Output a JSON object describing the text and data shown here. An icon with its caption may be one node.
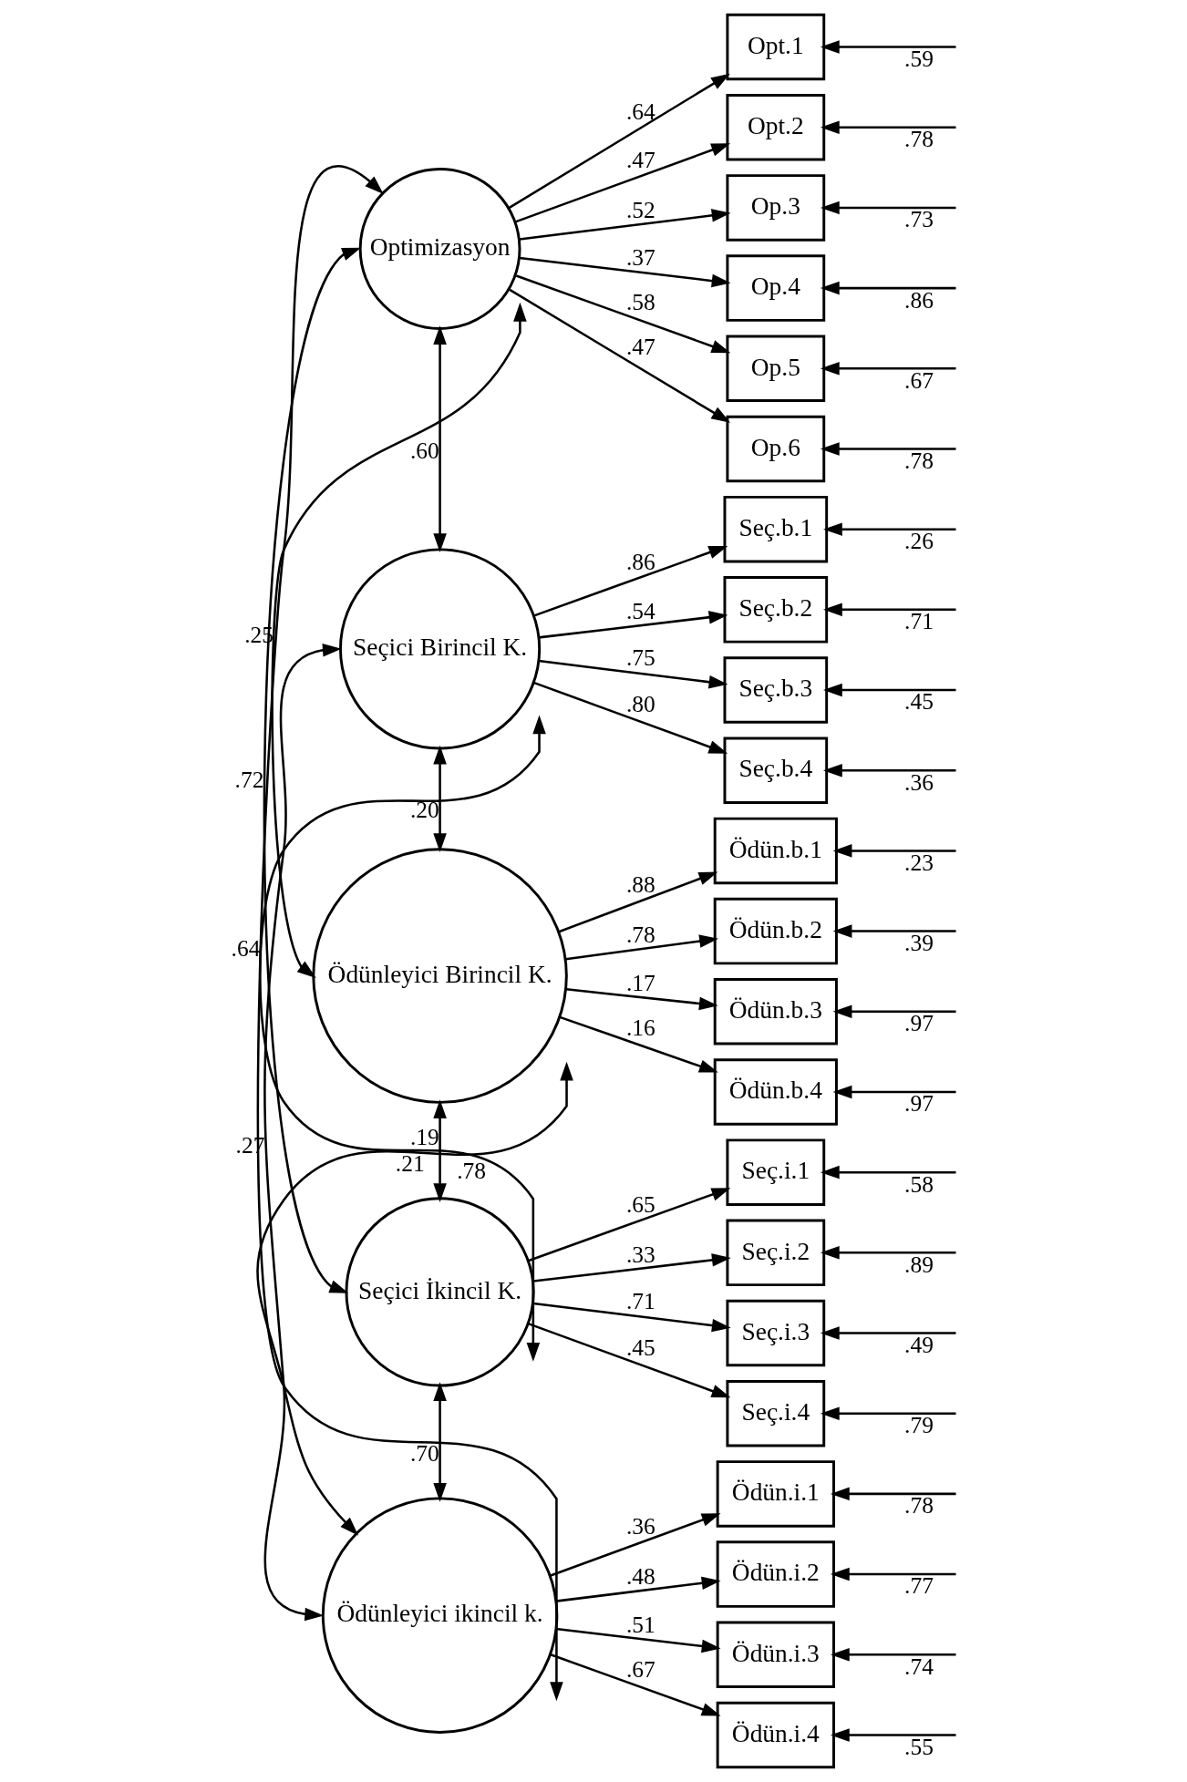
{
  "diagram": {
    "nodes": [
      {
        "text": [
          "Optimizasyon"
        ]
      },
      {
        "text": [
          "Opt.1"
        ]
      },
      {
        "text": [
          "Opt.2"
        ]
      },
      {
        "text": [
          "Op.3"
        ]
      },
      {
        "text": [
          "Op.4"
        ]
      },
      {
        "text": [
          "Op.5"
        ]
      },
      {
        "text": [
          "Op.6"
        ]
      },
      {
        "text": [
          "Seçici Birincil K."
        ]
      },
      {
        "text": [
          "Seç.b.1"
        ]
      },
      {
        "text": [
          "Seç.b.2"
        ]
      },
      {
        "text": [
          "Seç.b.3"
        ]
      },
      {
        "text": [
          "Seç.b.4"
        ]
      },
      {
        "text": [
          "Ödünleyici Birincil K."
        ]
      },
      {
        "text": [
          "Ödün.b.1"
        ]
      },
      {
        "text": [
          "Ödün.b.2"
        ]
      },
      {
        "text": [
          "Ödün.b.3"
        ]
      },
      {
        "text": [
          "Ödün.b.4"
        ]
      },
      {
        "text": [
          "Seçici İkincil K."
        ]
      },
      {
        "text": [
          "Seç.i.1"
        ]
      },
      {
        "text": [
          "Seç.i.2"
        ]
      },
      {
        "text": [
          "Seç.i.3"
        ]
      },
      {
        "text": [
          "Seç.i.4"
        ]
      },
      {
        "text": [
          "Ödünleyici ikincil k."
        ]
      },
      {
        "text": [
          "Ödün.i.1"
        ]
      },
      {
        "text": [
          "Ödün.i.2"
        ]
      },
      {
        "text": [
          "Ödün.i.3"
        ]
      },
      {
        "text": [
          "Ödün.i.4"
        ]
      }
    ],
    "edges": [
      {
        "from": 0,
        "to": 1,
        "arrow": "to",
        "label": ".64"
      },
      {
        "from": 0,
        "to": 2,
        "arrow": "to",
        "label": ".47"
      },
      {
        "from": 0,
        "to": 3,
        "arrow": "to",
        "label": ".52"
      },
      {
        "from": 0,
        "to": 4,
        "arrow": "to",
        "label": ".37"
      },
      {
        "from": 0,
        "to": 5,
        "arrow": "to",
        "label": ".58"
      },
      {
        "from": 0,
        "to": 6,
        "arrow": "to",
        "label": ".47"
      },
      {
        "from": 7,
        "to": 8,
        "arrow": "to",
        "label": ".86"
      },
      {
        "from": 7,
        "to": 9,
        "arrow": "to",
        "label": ".54"
      },
      {
        "from": 7,
        "to": 10,
        "arrow": "to",
        "label": ".75"
      },
      {
        "from": 7,
        "to": 11,
        "arrow": "to",
        "label": ".80"
      },
      {
        "from": 12,
        "to": 13,
        "arrow": "to",
        "label": ".88"
      },
      {
        "from": 12,
        "to": 14,
        "arrow": "to",
        "label": ".78"
      },
      {
        "from": 12,
        "to": 15,
        "arrow": "to",
        "label": ".17"
      },
      {
        "from": 12,
        "to": 16,
        "arrow": "to",
        "label": ".16"
      },
      {
        "from": 17,
        "to": 18,
        "arrow": "to",
        "label": ".65"
      },
      {
        "from": 17,
        "to": 19,
        "arrow": "to",
        "label": ".33"
      },
      {
        "from": 17,
        "to": 20,
        "arrow": "to",
        "label": ".71"
      },
      {
        "from": 17,
        "to": 21,
        "arrow": "to",
        "label": ".45"
      },
      {
        "from": 22,
        "to": 23,
        "arrow": "to",
        "label": ".36"
      },
      {
        "from": 22,
        "to": 24,
        "arrow": "to",
        "label": ".48"
      },
      {
        "from": 22,
        "to": 25,
        "arrow": "to",
        "label": ".51"
      },
      {
        "from": 22,
        "to": 26,
        "arrow": "to",
        "label": ".67"
      },
      {
        "from": null,
        "to": 1,
        "arrow": "to",
        "label": ".59"
      },
      {
        "from": null,
        "to": 2,
        "arrow": "to",
        "label": ".78"
      },
      {
        "from": null,
        "to": 3,
        "arrow": "to",
        "label": ".73"
      },
      {
        "from": null,
        "to": 4,
        "arrow": "to",
        "label": ".86"
      },
      {
        "from": null,
        "to": 5,
        "arrow": "to",
        "label": ".67"
      },
      {
        "from": null,
        "to": 6,
        "arrow": "to",
        "label": ".78"
      },
      {
        "from": null,
        "to": 8,
        "arrow": "to",
        "label": ".26"
      },
      {
        "from": null,
        "to": 9,
        "arrow": "to",
        "label": ".71"
      },
      {
        "from": null,
        "to": 10,
        "arrow": "to",
        "label": ".45"
      },
      {
        "from": null,
        "to": 11,
        "arrow": "to",
        "label": ".36"
      },
      {
        "from": null,
        "to": 13,
        "arrow": "to",
        "label": ".23"
      },
      {
        "from": null,
        "to": 14,
        "arrow": "to",
        "label": ".39"
      },
      {
        "from": null,
        "to": 15,
        "arrow": "to",
        "label": ".97"
      },
      {
        "from": null,
        "to": 16,
        "arrow": "to",
        "label": ".97"
      },
      {
        "from": null,
        "to": 18,
        "arrow": "to",
        "label": ".58"
      },
      {
        "from": null,
        "to": 19,
        "arrow": "to",
        "label": ".89"
      },
      {
        "from": null,
        "to": 20,
        "arrow": "to",
        "label": ".49"
      },
      {
        "from": null,
        "to": 21,
        "arrow": "to",
        "label": ".79"
      },
      {
        "from": null,
        "to": 23,
        "arrow": "to",
        "label": ".78"
      },
      {
        "from": null,
        "to": 24,
        "arrow": "to",
        "label": ".77"
      },
      {
        "from": null,
        "to": 25,
        "arrow": "to",
        "label": ".74"
      },
      {
        "from": null,
        "to": 26,
        "arrow": "to",
        "label": ".55"
      },
      {
        "from": 0,
        "to": 7,
        "arrow": "both",
        "label": ".60"
      },
      {
        "from": 0,
        "to": 12,
        "arrow": "both",
        "label": ".25"
      },
      {
        "from": 0,
        "to": 17,
        "arrow": "both",
        "label": ".72"
      },
      {
        "from": 0,
        "to": 22,
        "arrow": "both",
        "label": ".64"
      },
      {
        "from": 7,
        "to": 12,
        "arrow": "both",
        "label": ".20"
      },
      {
        "from": 7,
        "to": 17,
        "arrow": "both",
        "label": ".78"
      },
      {
        "from": 7,
        "to": 22,
        "arrow": "both",
        "label": ".27"
      },
      {
        "from": 12,
        "to": 17,
        "arrow": "both",
        "label": ".19"
      },
      {
        "from": 12,
        "to": 22,
        "arrow": "both",
        "label": ".21"
      },
      {
        "from": 17,
        "to": 22,
        "arrow": "both",
        "label": ".70"
      }
    ]
  }
}
